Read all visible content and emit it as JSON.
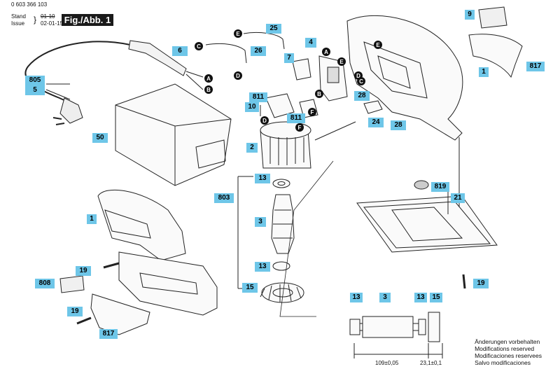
{
  "header": {
    "part_no": "0 603 366 103",
    "stand_label": "Stand",
    "issue_label": "Issue",
    "stand_value": "01-10",
    "issue_value": "02-01-15",
    "fig_title": "Fig./Abb. 1"
  },
  "labels": {
    "l805": "805",
    "l5": "5",
    "l6": "6",
    "l25": "25",
    "l26": "26",
    "l7": "7",
    "l4": "4",
    "l9": "9",
    "l1a": "1",
    "l817a": "817",
    "l28a": "28",
    "l24": "24",
    "l28b": "28",
    "l811a": "811",
    "l10": "10",
    "l811b": "811",
    "l50": "50",
    "l2": "2",
    "l13a": "13",
    "l803": "803",
    "l3": "3",
    "l13b": "13",
    "l15": "15",
    "l1b": "1",
    "l19a": "19",
    "l808": "808",
    "l19b": "19",
    "l817b": "817",
    "l819": "819",
    "l21": "21",
    "l19c": "19",
    "d13a": "13",
    "d3": "3",
    "d13b": "13",
    "d15": "15"
  },
  "connectors": {
    "A1": "A",
    "B1": "B",
    "C1": "C",
    "D1": "D",
    "E1": "E",
    "A2": "A",
    "E2": "E",
    "B2": "B",
    "D2": "D",
    "C2": "C",
    "E3": "E",
    "F1": "F",
    "D3": "D",
    "F2": "F"
  },
  "dimensions": {
    "length": "109±0,05",
    "end": "23,1±0,1"
  },
  "notes": {
    "line1": "Änderungen vorbehalten",
    "line2": "Modifications reserved",
    "line3": "Modificaciones reservees",
    "line4": "Salvo modificaciones"
  },
  "colors": {
    "label_bg": "#6ec6e8",
    "fig_bg": "#1a1a1a"
  }
}
